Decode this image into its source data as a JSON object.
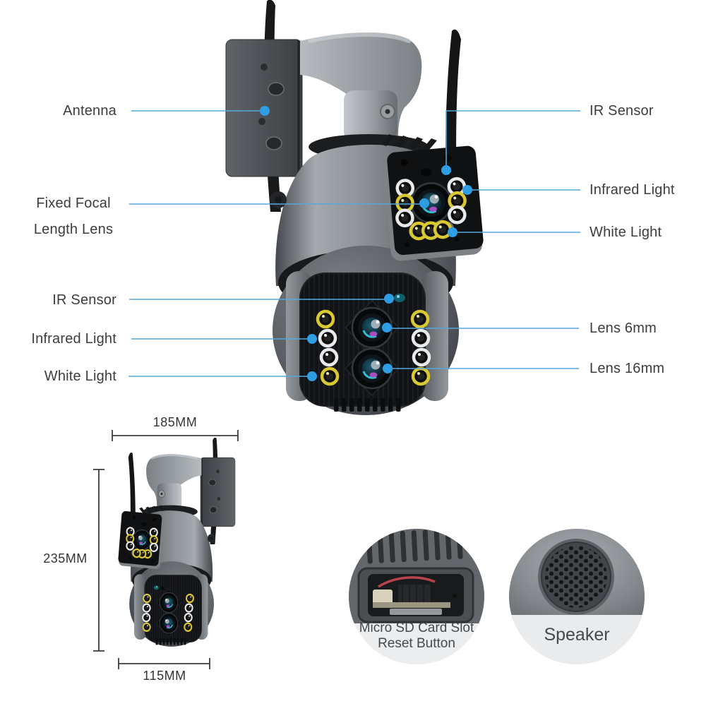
{
  "callouts": {
    "left": [
      {
        "label": "Antenna"
      },
      {
        "label": "Fixed Focal Length Lens"
      },
      {
        "label": "IR Sensor"
      },
      {
        "label": "Infrared Light"
      },
      {
        "label": "White Light"
      }
    ],
    "right": [
      {
        "label": "IR Sensor"
      },
      {
        "label": "Infrared Light"
      },
      {
        "label": "White Light"
      },
      {
        "label": "Lens 6mm"
      },
      {
        "label": "Lens 16mm"
      }
    ]
  },
  "dimensions": {
    "top_width": "185MM",
    "left_height": "235MM",
    "bottom_width": "115MM"
  },
  "insets": {
    "sd_card": {
      "line1": "Micro SD Card Slot",
      "line2": "Reset Button"
    },
    "speaker": {
      "label": "Speaker"
    }
  },
  "colors": {
    "leader_line": "#55A7DF",
    "marker_dot": "#2F9DE2",
    "label_text": "#3B3D40",
    "dimension_line": "#3A3C3E",
    "led_yellow": "#D9C832",
    "led_white": "#E9EAEB"
  }
}
